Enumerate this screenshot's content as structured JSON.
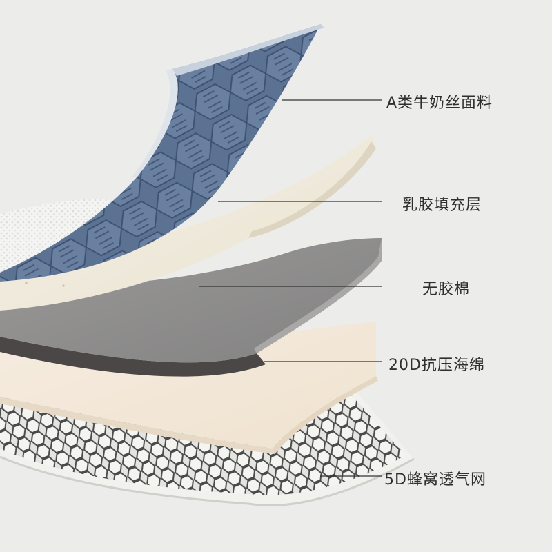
{
  "layers": [
    {
      "label": "A类牛奶丝面料"
    },
    {
      "label": "乳胶填充层"
    },
    {
      "label": "无胶棉"
    },
    {
      "label": "20D抗压海绵"
    },
    {
      "label": "5D蜂窝透气网"
    }
  ],
  "colors": {
    "background": "#ecedeb",
    "fabric_blue": "#5d7394",
    "latex_cream": "#efe9db",
    "felt_gray": "#8d8c8c",
    "sponge_beige": "#f1e6d5",
    "mesh_white": "#dcdcd8",
    "leader_line": "#333333"
  }
}
